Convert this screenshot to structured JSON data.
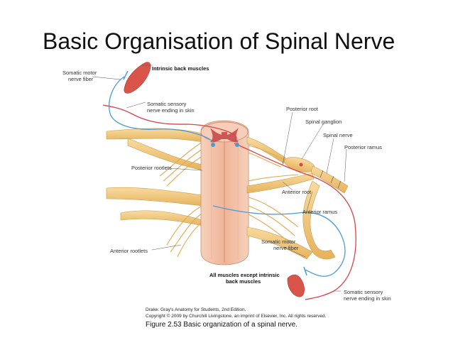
{
  "title": "Basic Organisation of Spinal Nerve",
  "labels": {
    "somatic_motor_top_1": "Somatic motor",
    "somatic_motor_top_2": "nerve fiber",
    "intrinsic_back_muscles": "Intrinsic back muscles",
    "somatic_sensory_top_1": "Somatic sensory",
    "somatic_sensory_top_2": "nerve ending in skin",
    "posterior_root": "Posterior root",
    "spinal_ganglion": "Spinal ganglion",
    "spinal_nerve": "Spinal nerve",
    "posterior_ramus": "Posterior ramus",
    "posterior_rootlets": "Posterior rootlets",
    "anterior_root": "Anterior root",
    "anterior_ramus": "Anterior ramus",
    "somatic_motor_bottom_1": "Somatic motor",
    "somatic_motor_bottom_2": "nerve fiber",
    "anterior_rootlets": "Anterior rootlets",
    "all_muscles_1": "All muscles except intrinsic",
    "all_muscles_2": "back muscles",
    "somatic_sensory_bottom_1": "Somatic sensory",
    "somatic_sensory_bottom_2": "nerve ending in skin"
  },
  "credit": {
    "line1": "Drake: Gray's Anatomy for Students, 2nd Edition.",
    "line2": "Copyright © 2009 by Churchill Livingstone, an imprint of Elsevier, Inc. All rights reserved."
  },
  "figure_caption": "Figure 2.53 Basic organization of a spinal nerve.",
  "colors": {
    "nerve": "#f2c77a",
    "cord": "#f3bfa6",
    "gray_matter": "#c94a4a",
    "motor_fiber": "#4a9bd4",
    "sensory_fiber": "#d9434a",
    "muscle": "#d9554a"
  }
}
